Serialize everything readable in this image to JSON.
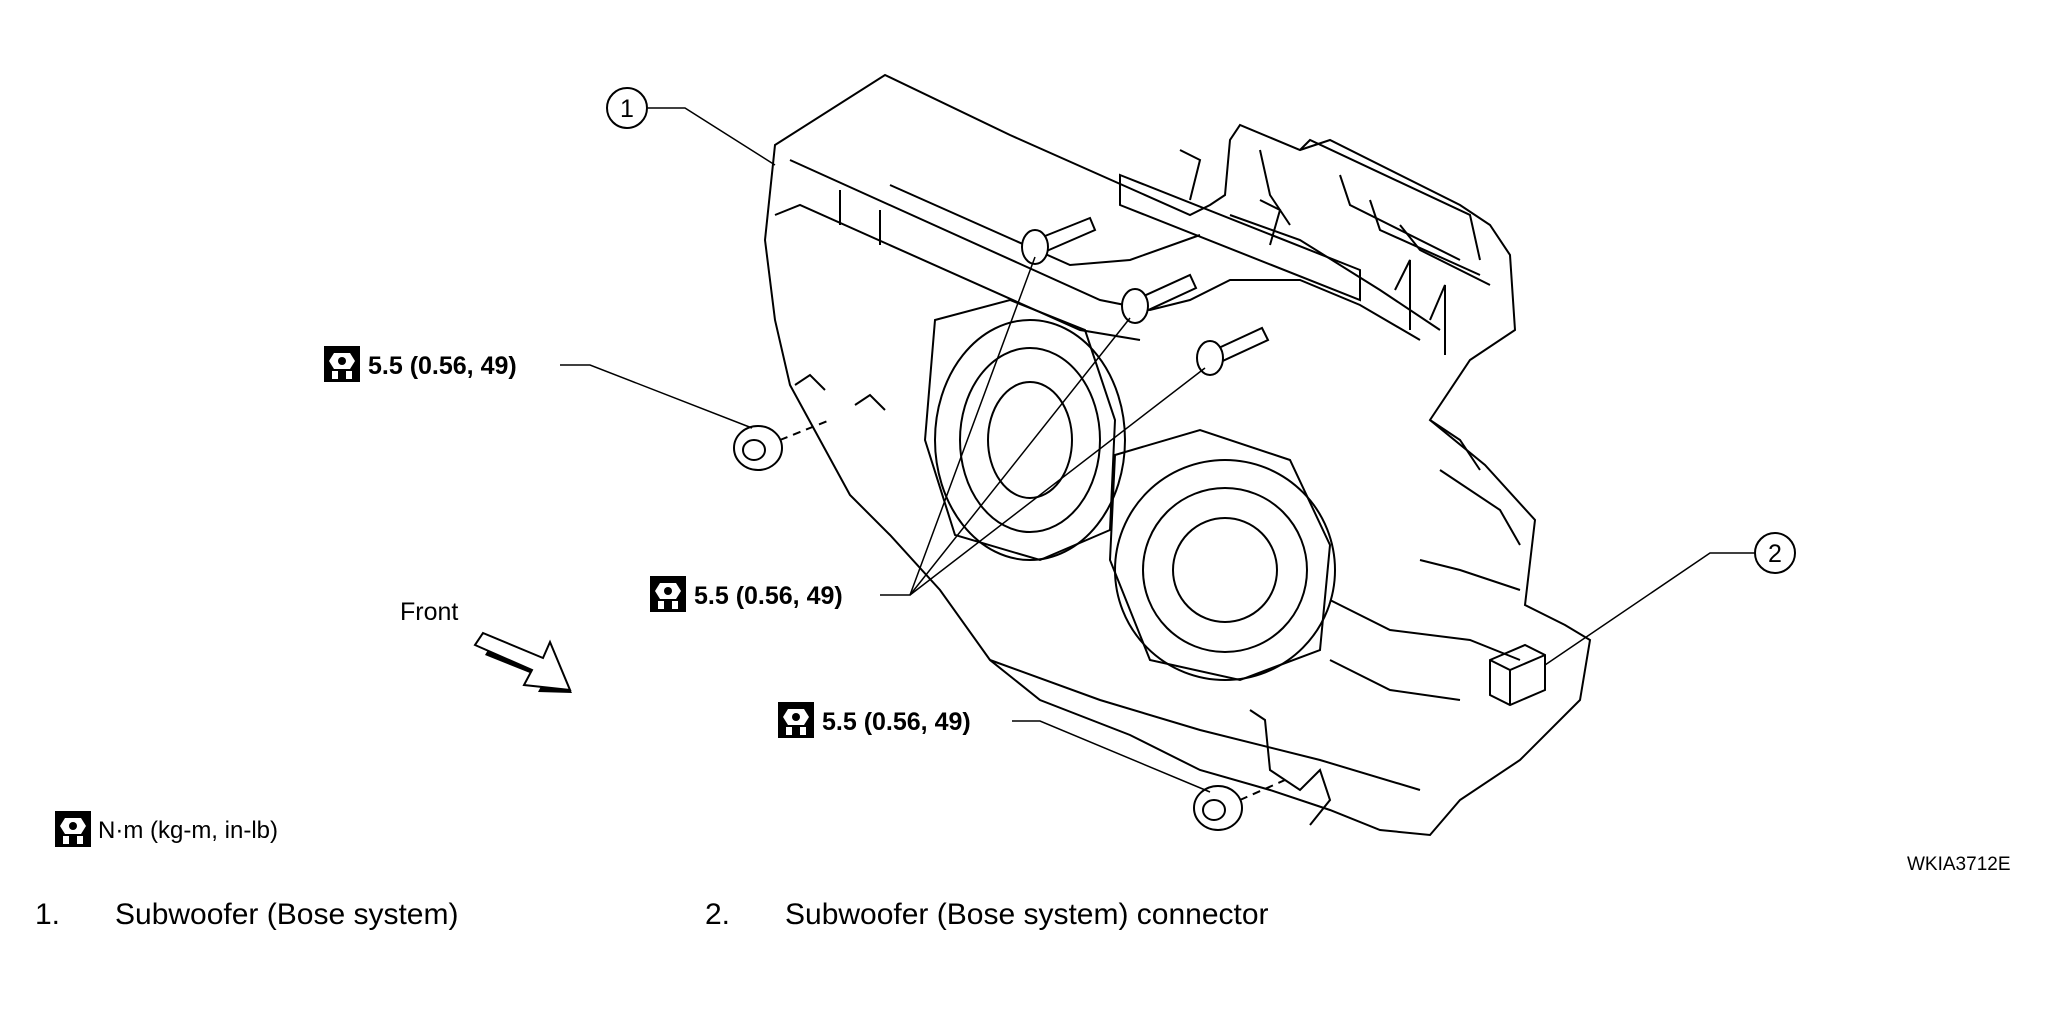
{
  "torque_labels": {
    "nut_upper": "5.5 (0.56, 49)",
    "bolts": "5.5 (0.56, 49)",
    "nut_lower": "5.5 (0.56, 49)"
  },
  "units_legend": "N·m (kg-m, in-lb)",
  "front_label": "Front",
  "figure_code": "WKIA3712E",
  "callouts": {
    "c1": "1",
    "c2": "2"
  },
  "parts": [
    {
      "num": "1.",
      "name": "Subwoofer (Bose system)"
    },
    {
      "num": "2.",
      "name": "Subwoofer (Bose system) connector"
    }
  ],
  "icons": [
    "torque-wrench-icon",
    "front-arrow-icon"
  ]
}
